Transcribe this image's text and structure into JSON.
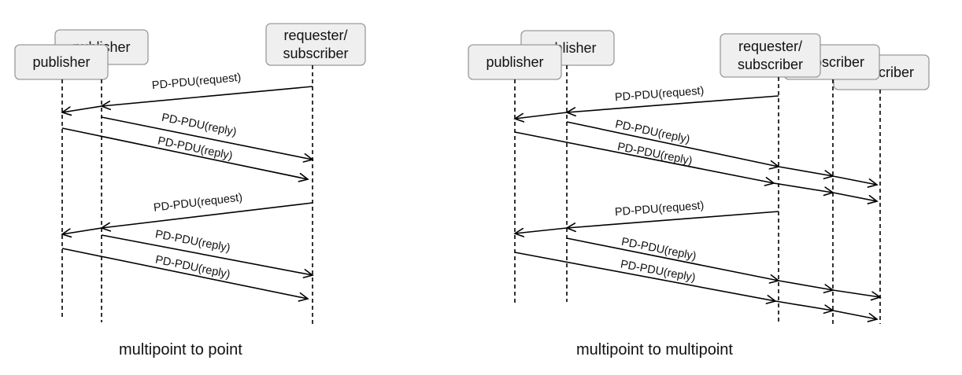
{
  "diagrams": [
    {
      "caption": "multipoint to point",
      "participants": [
        {
          "id": "pub_back",
          "label": "publisher"
        },
        {
          "id": "pub_front",
          "label": "publisher"
        },
        {
          "id": "req",
          "label": [
            "requester/",
            "subscriber"
          ]
        }
      ],
      "messages": [
        {
          "label": "PD-PDU(request)",
          "from": "req",
          "to": "pub_back"
        },
        {
          "label": "PD-PDU(reply)",
          "from": "pub_back",
          "to": "req"
        },
        {
          "label": "PD-PDU(reply)",
          "from": "pub_front",
          "to": "req"
        },
        {
          "label": "PD-PDU(request)",
          "from": "req",
          "to": "pub_back"
        },
        {
          "label": "PD-PDU(reply)",
          "from": "pub_back",
          "to": "req"
        },
        {
          "label": "PD-PDU(reply)",
          "from": "pub_front",
          "to": "req"
        }
      ]
    },
    {
      "caption": "multipoint to multipoint",
      "participants": [
        {
          "id": "pub_back",
          "label": "publisher"
        },
        {
          "id": "pub_front",
          "label": "publisher"
        },
        {
          "id": "sub_far",
          "label": "subscriber"
        },
        {
          "id": "sub_mid",
          "label": "subscriber"
        },
        {
          "id": "req",
          "label": [
            "requester/",
            "subscriber"
          ]
        }
      ],
      "messages": [
        {
          "label": "PD-PDU(request)",
          "from": "req",
          "to": "pub_back"
        },
        {
          "label": "PD-PDU(reply)",
          "from": "pub_back",
          "to": "sub_far"
        },
        {
          "label": "PD-PDU(reply)",
          "from": "pub_front",
          "to": "sub_far"
        },
        {
          "label": "PD-PDU(request)",
          "from": "req",
          "to": "pub_back"
        },
        {
          "label": "PD-PDU(reply)",
          "from": "pub_back",
          "to": "sub_far"
        },
        {
          "label": "PD-PDU(reply)",
          "from": "pub_front",
          "to": "sub_far"
        }
      ]
    }
  ]
}
